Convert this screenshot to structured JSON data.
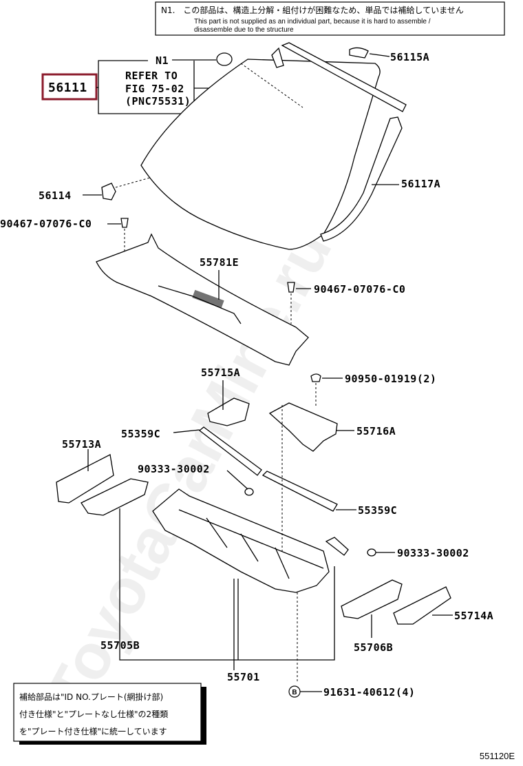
{
  "top_note": {
    "jp": "N1.　この部品は、構造上分解・組付けが困難なため、単品では補給していません",
    "en_line1": "This part is not supplied as an individual part, because it is hard to assemble /",
    "en_line2": "disassemble due to the structure"
  },
  "refer": {
    "note_id": "N1",
    "line1": "REFER TO",
    "line2": "FIG 75-02",
    "line3": "(PNC75531)"
  },
  "parts": {
    "p56111": "56111",
    "p56115A": "56115A",
    "p56114": "56114",
    "p56117A": "56117A",
    "p90467a": "90467-07076-C0",
    "p55781E": "55781E",
    "p90467b": "90467-07076-C0",
    "p55715A": "55715A",
    "p90950": "90950-01919(2)",
    "p55359Ca": "55359C",
    "p55716A": "55716A",
    "p55713A": "55713A",
    "p90333a": "90333-30002",
    "p55359Cb": "55359C",
    "p90333b": "90333-30002",
    "p55714A": "55714A",
    "p55705B": "55705B",
    "p55706B": "55706B",
    "p55701": "55701",
    "p91631": "91631-40612(4)",
    "bolt_symbol": "B"
  },
  "bottom_note": {
    "line1": "補給部品は\"ID NO.プレート(網掛け部)",
    "line2": "付き仕様\"と\"プレートなし仕様\"の2種類",
    "line3": "を\"プレート付き仕様\"に統一しています"
  },
  "figure_code": "551120E",
  "watermark": "ToyotaCarMine.ru",
  "highlight_color": "#8b1a2b"
}
